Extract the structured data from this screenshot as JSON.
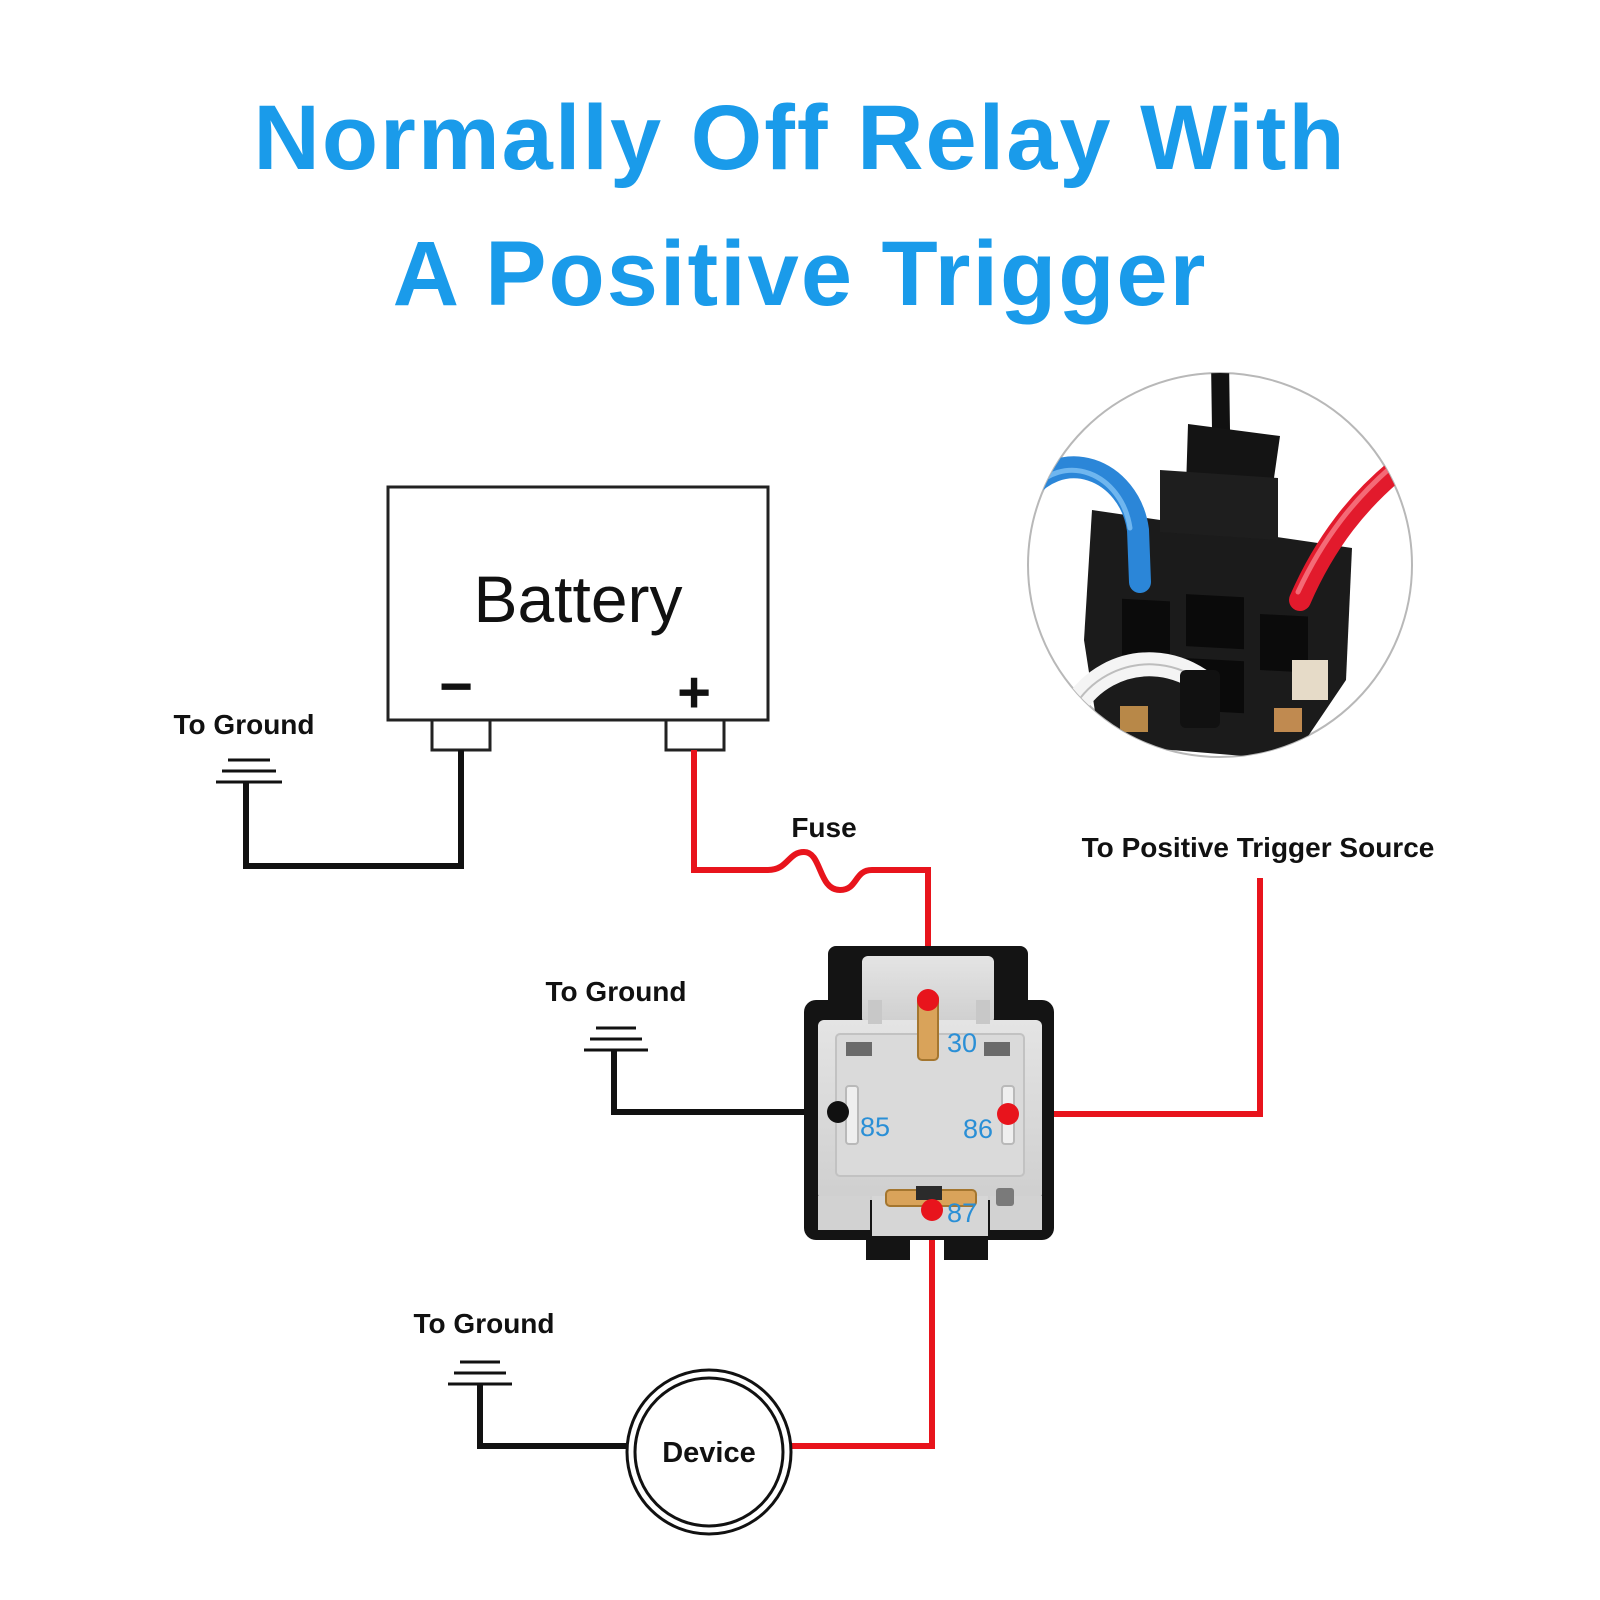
{
  "title": {
    "line1": "Normally Off Relay With",
    "line2": "A Positive Trigger"
  },
  "battery": {
    "label": "Battery",
    "negative_symbol": "−",
    "positive_symbol": "+"
  },
  "labels": {
    "battery_ground": "To Ground",
    "relay_ground": "To Ground",
    "device_ground": "To Ground",
    "fuse": "Fuse",
    "trigger_source": "To Positive Trigger Source",
    "device": "Device"
  },
  "relay_pins": {
    "pin30": "30",
    "pin85": "85",
    "pin86": "86",
    "pin87": "87"
  },
  "colors": {
    "title": "#1a9bea",
    "positive_wire": "#e8141c",
    "ground_wire": "#111111",
    "pin_label": "#2a8fd6"
  },
  "icons": {
    "ground": "ground-symbol-icon",
    "fuse": "fuse-symbol-icon",
    "relay": "relay-icon",
    "socket_photo": "relay-socket-photo"
  }
}
